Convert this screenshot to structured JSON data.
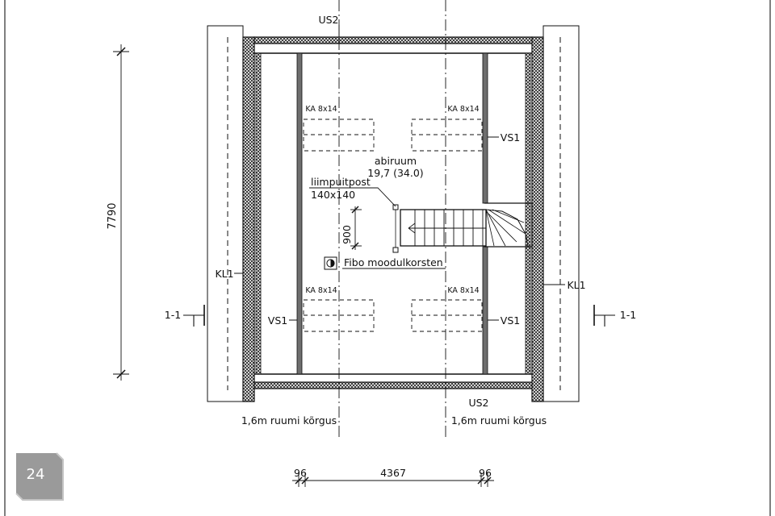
{
  "page_badge": "24",
  "section_marks": {
    "left": "1-1",
    "right": "1-1"
  },
  "wall_types": {
    "us2_top": "US2",
    "us2_bottom": "US2",
    "kl1_left": "KL1",
    "kl1_right": "KL1",
    "vs1_top_right": "VS1",
    "vs1_bottom_left": "VS1",
    "vs1_bottom_right": "VS1"
  },
  "windows": [
    "KA 8x14",
    "KA 8x14",
    "KA 8x14",
    "KA 8x14"
  ],
  "room": {
    "name": "abiruum",
    "area": "19,7 (34.0)"
  },
  "post": {
    "name": "liimpuitpost",
    "size": "140x140"
  },
  "chimney": {
    "label": "Fibo moodulkorsten"
  },
  "height_notes": [
    "1,6m ruumi kõrgus",
    "1,6m ruumi kõrgus"
  ],
  "dimensions": {
    "vertical_total": "7790",
    "stair_offset": "900",
    "bottom_left": "96",
    "bottom_middle": "4367",
    "bottom_right": "96"
  },
  "colors": {
    "line": "#111111",
    "wall_fill": "#6e6e6e",
    "badge": "#9a9a9a"
  }
}
